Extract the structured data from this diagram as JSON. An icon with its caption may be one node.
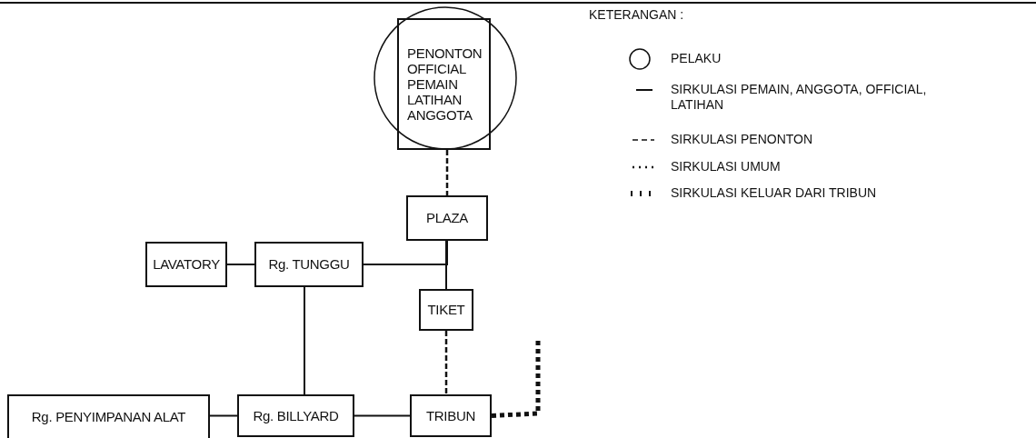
{
  "diagram": {
    "nodes": [
      {
        "text": [
          "PENONTON",
          "OFFICIAL",
          "PEMAIN",
          "LATIHAN",
          "ANGGOTA"
        ]
      },
      {
        "text": [
          "PLAZA"
        ]
      },
      {
        "text": [
          "LAVATORY"
        ]
      },
      {
        "text": [
          "Rg. TUNGGU"
        ]
      },
      {
        "text": [
          "TIKET"
        ]
      },
      {
        "text": [
          "Rg. PENYIMPANAN ALAT"
        ]
      },
      {
        "text": [
          "Rg. BILLYARD"
        ]
      },
      {
        "text": [
          "TRIBUN"
        ]
      }
    ],
    "edges": [
      {
        "from": 0,
        "to": 1,
        "arrow": "none",
        "style": "dashed"
      },
      {
        "from": 1,
        "to": 4,
        "arrow": "none"
      },
      {
        "from": 2,
        "to": 3,
        "arrow": "none"
      },
      {
        "from": 3,
        "to": 1,
        "arrow": "none"
      },
      {
        "from": 3,
        "to": 4,
        "arrow": "none"
      },
      {
        "from": 3,
        "to": 6,
        "arrow": "none"
      },
      {
        "from": 4,
        "to": 7,
        "arrow": "none",
        "style": "dashed"
      },
      {
        "from": 5,
        "to": 6,
        "arrow": "none"
      },
      {
        "from": 6,
        "to": 7,
        "arrow": "none"
      },
      {
        "from": 7,
        "to": null,
        "arrow": "none",
        "style": "dashed"
      }
    ],
    "labels": [
      "KETERANGAN :"
    ],
    "legend": [
      {
        "text": "PELAKU"
      },
      {
        "text": "SIRKULASI PEMAIN, ANGGOTA, OFFICIAL, LATIHAN"
      },
      {
        "text": "SIRKULASI PENONTON"
      },
      {
        "text": "SIRKULASI UMUM"
      },
      {
        "text": "SIRKULASI KELUAR DARI TRIBUN"
      }
    ]
  }
}
